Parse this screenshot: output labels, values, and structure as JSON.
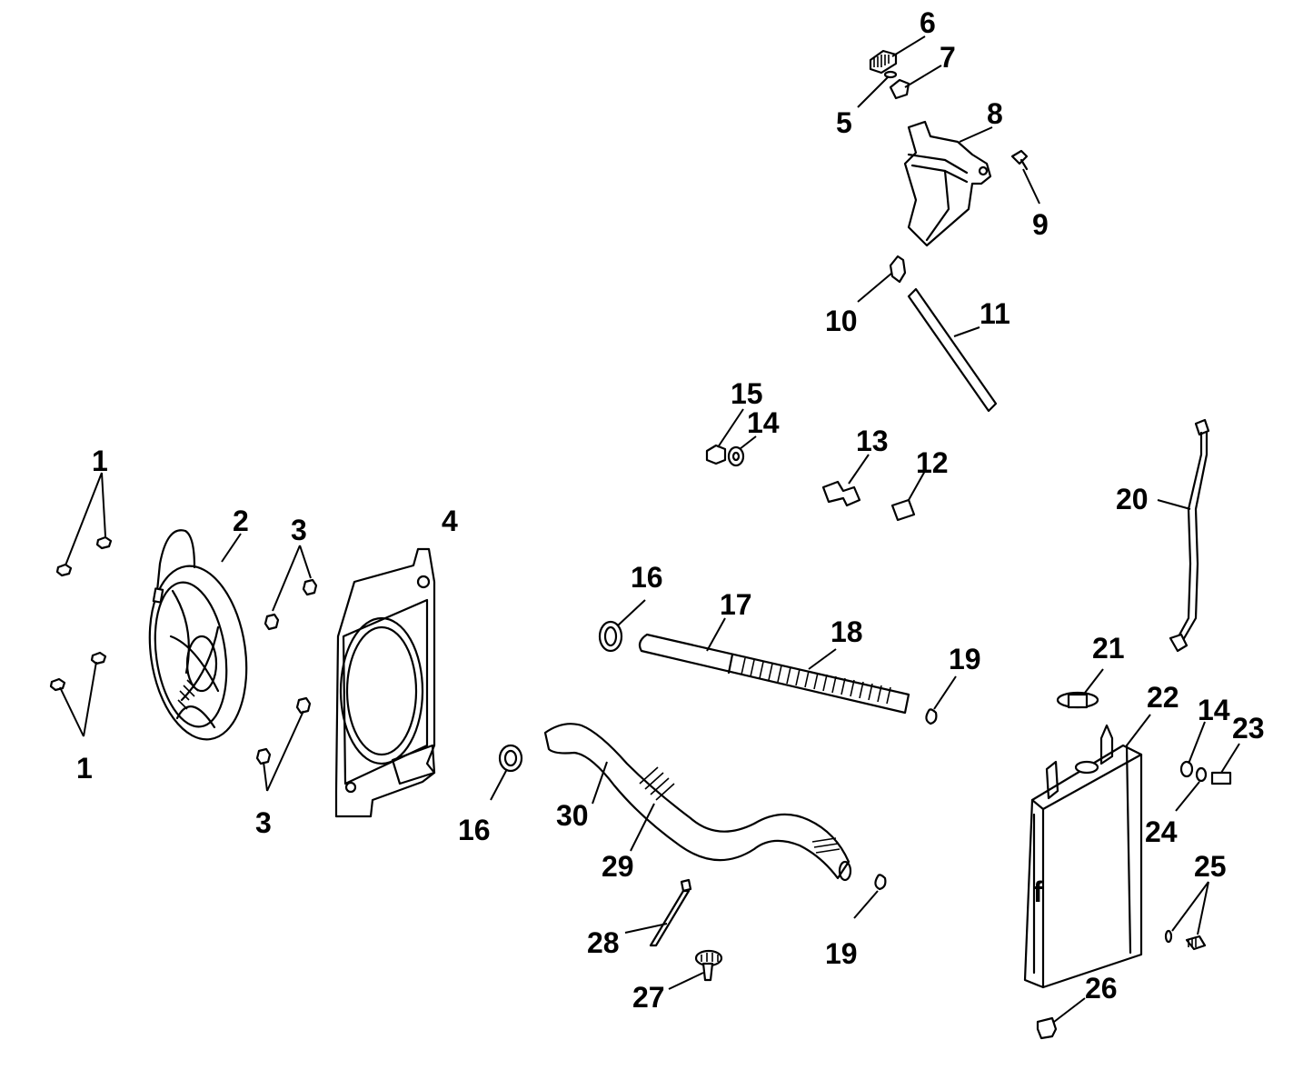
{
  "callouts": [
    {
      "id": "c1a",
      "text": "1"
    },
    {
      "id": "c1b",
      "text": "1"
    },
    {
      "id": "c2",
      "text": "2"
    },
    {
      "id": "c3a",
      "text": "3"
    },
    {
      "id": "c3b",
      "text": "3"
    },
    {
      "id": "c4",
      "text": "4"
    },
    {
      "id": "c5",
      "text": "5"
    },
    {
      "id": "c6",
      "text": "6"
    },
    {
      "id": "c7",
      "text": "7"
    },
    {
      "id": "c8",
      "text": "8"
    },
    {
      "id": "c9",
      "text": "9"
    },
    {
      "id": "c10",
      "text": "10"
    },
    {
      "id": "c11",
      "text": "11"
    },
    {
      "id": "c12",
      "text": "12"
    },
    {
      "id": "c13",
      "text": "13"
    },
    {
      "id": "c14a",
      "text": "14"
    },
    {
      "id": "c14b",
      "text": "14"
    },
    {
      "id": "c15",
      "text": "15"
    },
    {
      "id": "c16a",
      "text": "16"
    },
    {
      "id": "c16b",
      "text": "16"
    },
    {
      "id": "c17",
      "text": "17"
    },
    {
      "id": "c18",
      "text": "18"
    },
    {
      "id": "c19a",
      "text": "19"
    },
    {
      "id": "c19b",
      "text": "19"
    },
    {
      "id": "c20",
      "text": "20"
    },
    {
      "id": "c21",
      "text": "21"
    },
    {
      "id": "c22",
      "text": "22"
    },
    {
      "id": "c23",
      "text": "23"
    },
    {
      "id": "c24",
      "text": "24"
    },
    {
      "id": "c25",
      "text": "25"
    },
    {
      "id": "c26",
      "text": "26"
    },
    {
      "id": "c27",
      "text": "27"
    },
    {
      "id": "c28",
      "text": "28"
    },
    {
      "id": "c29",
      "text": "29"
    },
    {
      "id": "c30",
      "text": "30"
    }
  ],
  "radiator_mark": "f"
}
